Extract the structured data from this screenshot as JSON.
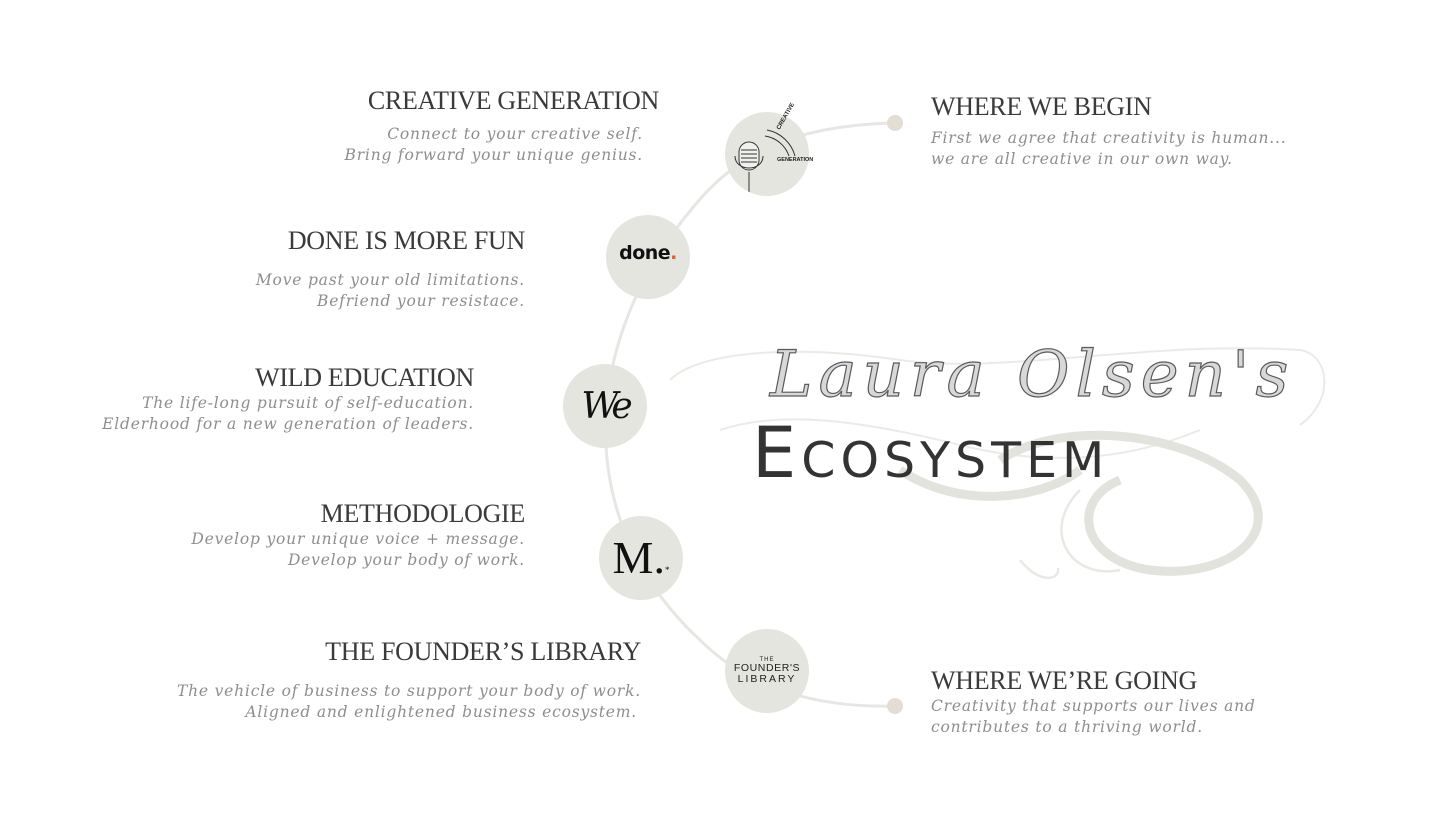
{
  "logo": {
    "script_line": "Laura Olsen's",
    "main_line": "Ecosystem"
  },
  "items": [
    {
      "id": "creative-generation",
      "title": "CREATIVE GENERATION",
      "lines": [
        "Connect to your creative self.",
        "Bring forward your unique genius."
      ],
      "icon": "microphone-icon"
    },
    {
      "id": "done-is-more-fun",
      "title": "DONE IS MORE FUN",
      "lines": [
        "Move past your old limitations.",
        "Befriend your resistace."
      ],
      "icon": "done-logo-icon"
    },
    {
      "id": "wild-education",
      "title": "WILD EDUCATION",
      "lines": [
        "The life-long pursuit of self-education.",
        "Elderhood for a new generation of leaders."
      ],
      "icon": "we-monogram-icon"
    },
    {
      "id": "methodologie",
      "title": "METHODOLOGIE",
      "lines": [
        "Develop your unique voice + message.",
        "Develop your body of work."
      ],
      "icon": "m-monogram-icon"
    },
    {
      "id": "founders-library",
      "title": "THE FOUNDER’S LIBRARY",
      "lines": [
        "The vehicle of business to support your body of work.",
        "Aligned and enlightened business ecosystem."
      ],
      "icon": "founders-library-icon"
    }
  ],
  "endpoints": {
    "begin": {
      "title": "WHERE WE BEGIN",
      "lines": [
        "First we agree that creativity is human...",
        "we are all creative in our own way."
      ]
    },
    "going": {
      "title": "WHERE WE’RE GOING",
      "lines": [
        "Creativity that supports our lives and",
        "contributes to a thriving world."
      ]
    }
  },
  "icons": {
    "creative": {
      "top": "CREATIVE",
      "bottom": "GENERATION"
    },
    "done": {
      "word": "done",
      "dot": "."
    },
    "we": {
      "text": "We"
    },
    "m": {
      "letter": "M.",
      "star": "*"
    },
    "founders": {
      "top": "THE",
      "middle": "FOUNDER'S",
      "bottom": "LIBRARY"
    }
  },
  "colors": {
    "circle_fill": "#e4e5df",
    "arc_line": "#e6e6e2",
    "title_text": "#3a3a3a",
    "body_text": "#8e8e8e",
    "done_dot": "#e2612a",
    "swirl": "#e9e9e4"
  }
}
